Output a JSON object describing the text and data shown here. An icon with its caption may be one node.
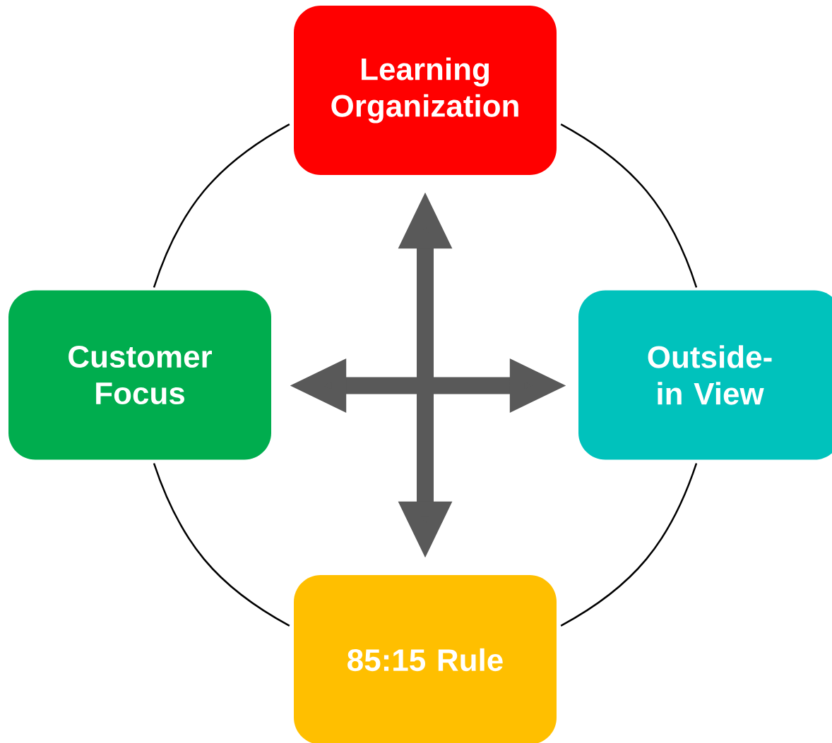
{
  "diagram": {
    "nodes": [
      {
        "text": [
          "Learning Organization"
        ]
      },
      {
        "text": [
          "Customer Focus"
        ]
      },
      {
        "text": [
          "Outside-in View"
        ]
      },
      {
        "text": [
          "85:15 Rule"
        ]
      }
    ],
    "edges": [
      {
        "from": 0,
        "to": 1,
        "arrow": "none"
      },
      {
        "from": 0,
        "to": 2,
        "arrow": "none"
      },
      {
        "from": 1,
        "to": 3,
        "arrow": "none"
      },
      {
        "from": 2,
        "to": 3,
        "arrow": "none"
      },
      {
        "from": 0,
        "to": 3,
        "arrow": "both",
        "style": "thick",
        "color": "#595959"
      },
      {
        "from": 1,
        "to": 2,
        "arrow": "both",
        "style": "thick",
        "color": "#595959"
      }
    ]
  }
}
